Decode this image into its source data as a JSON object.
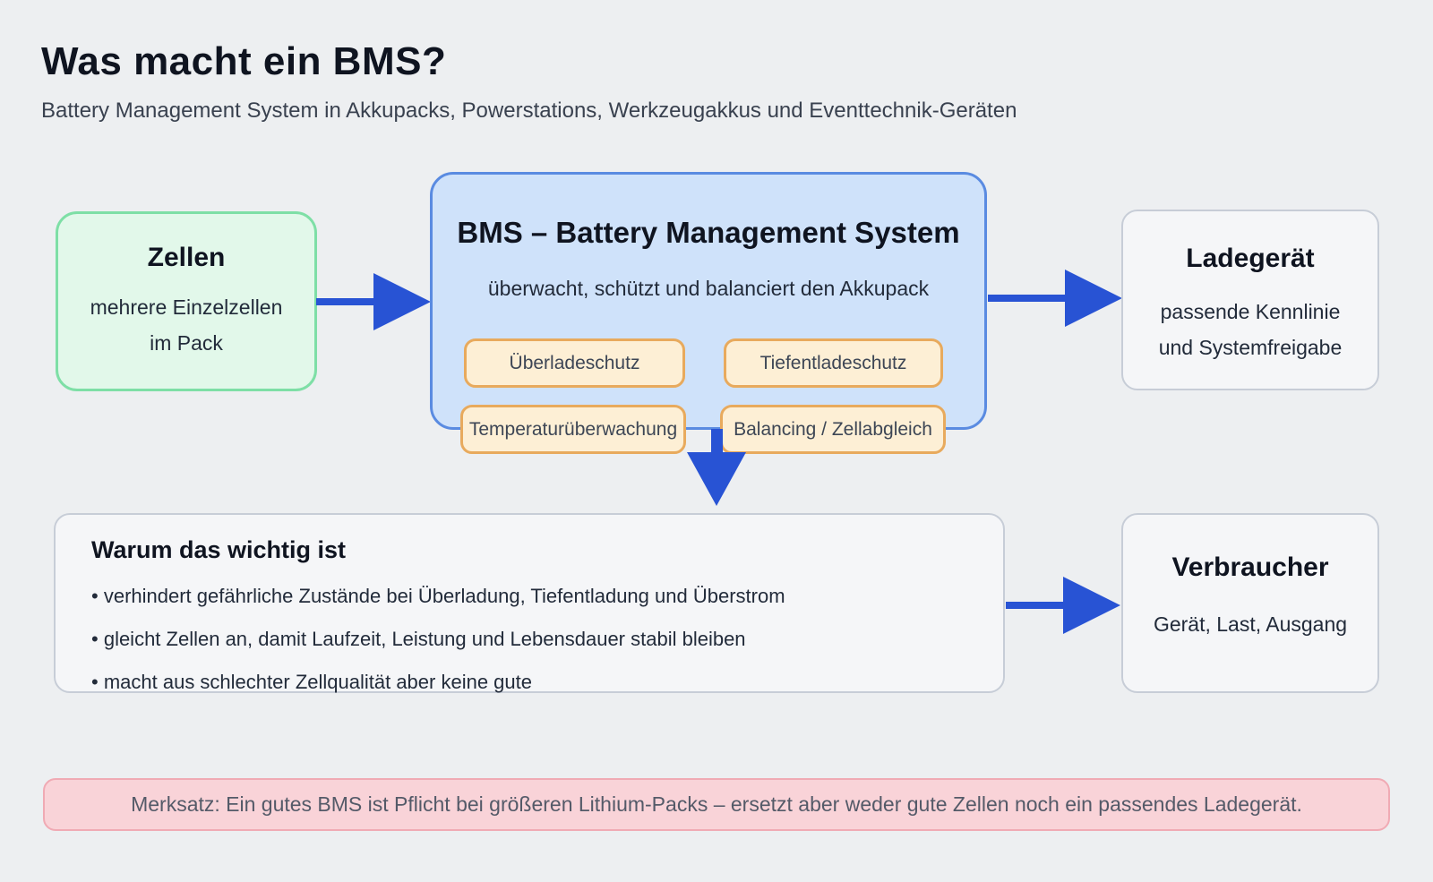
{
  "header": {
    "title": "Was macht ein BMS?",
    "subtitle": "Battery Management System in Akkupacks, Powerstations, Werkzeugakkus und Eventtechnik-Geräten"
  },
  "nodes": {
    "zellen": {
      "title": "Zellen",
      "line1": "mehrere Einzelzellen",
      "line2": "im Pack"
    },
    "bms": {
      "title": "BMS – Battery Management System",
      "subtitle": "überwacht, schützt und balanciert den Akkupack",
      "features": [
        "Überladeschutz",
        "Tiefentladeschutz",
        "Temperaturüberwachung",
        "Balancing / Zellabgleich"
      ]
    },
    "ladegeraet": {
      "title": "Ladegerät",
      "line1": "passende Kennlinie",
      "line2": "und Systemfreigabe"
    },
    "warum": {
      "title": "Warum das wichtig ist",
      "bullets": [
        "verhindert gefährliche Zustände bei Überladung, Tiefentladung und Überstrom",
        "gleicht Zellen an, damit Laufzeit, Leistung und Lebensdauer stabil bleiben",
        "macht aus schlechter Zellqualität aber keine gute"
      ]
    },
    "verbraucher": {
      "title": "Verbraucher",
      "line1": "Gerät, Last, Ausgang"
    }
  },
  "note": {
    "text": "Merksatz: Ein gutes BMS ist Pflicht bei größeren Lithium-Packs – ersetzt aber weder gute Zellen noch ein passendes Ladegerät."
  },
  "colors": {
    "page-bg": "#edeff1",
    "heading": "#0f1420",
    "body-text": "#222b3a",
    "muted": "#39414f",
    "green-bg": "#e2f8ea",
    "green-border": "#7edfa6",
    "bms-bg": "#cfe2fa",
    "bms-border": "#5a8be1",
    "pill-bg": "#fdefd5",
    "pill-border": "#e8aa5d",
    "pill-text": "#3d4655",
    "card-bg": "#f5f6f8",
    "card-border": "#c7cdd7",
    "arrow": "#2853d4",
    "note-bg": "#f9d3d8",
    "note-border": "#f0aab4",
    "note-text": "#545a68"
  }
}
